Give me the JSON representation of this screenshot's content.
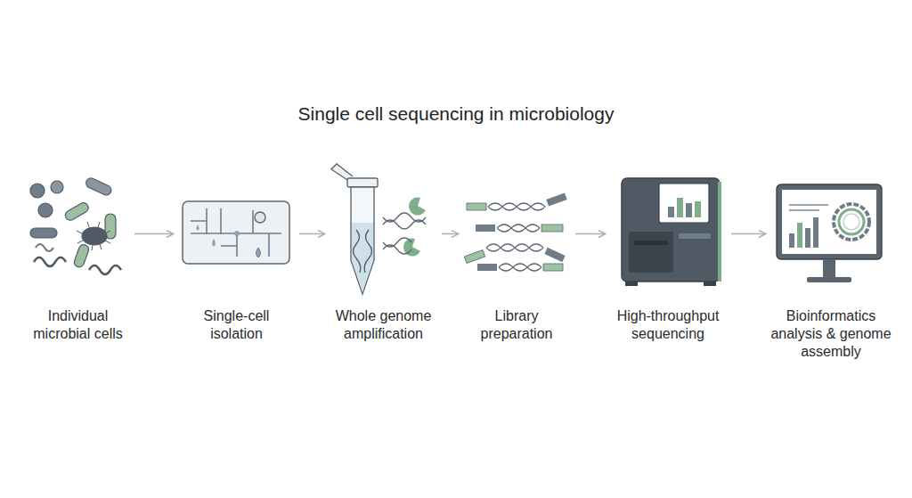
{
  "diagram": {
    "title": "Single cell sequencing in microbiology",
    "nodes": [
      {
        "text": [
          "Individual microbial cells"
        ]
      },
      {
        "text": [
          "Single-cell isolation"
        ]
      },
      {
        "text": [
          "Whole genome amplification"
        ]
      },
      {
        "text": [
          "Library preparation"
        ]
      },
      {
        "text": [
          "High-throughput sequencing"
        ]
      },
      {
        "text": [
          "Bioinformatics analysis & genome assembly"
        ]
      }
    ],
    "edges": [
      {
        "from": 0,
        "to": 1,
        "arrow": "to"
      },
      {
        "from": 1,
        "to": 2,
        "arrow": "to"
      },
      {
        "from": 2,
        "to": 3,
        "arrow": "to"
      },
      {
        "from": 3,
        "to": 4,
        "arrow": "to"
      },
      {
        "from": 4,
        "to": 5,
        "arrow": "to"
      }
    ]
  }
}
